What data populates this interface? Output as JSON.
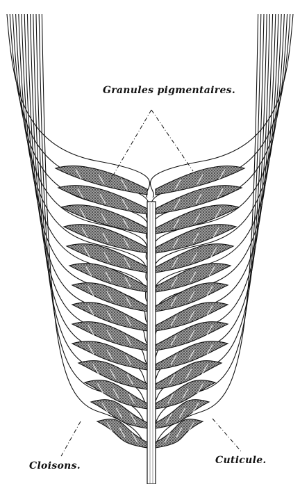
{
  "figure": {
    "labels": {
      "top": "Granules pigmentaires.",
      "bottom_left": "Cloisons.",
      "bottom_right": "Cuticule."
    },
    "colors": {
      "ink": "#111111",
      "pigment": "#5a5a5a",
      "paper": "#ffffff"
    }
  }
}
